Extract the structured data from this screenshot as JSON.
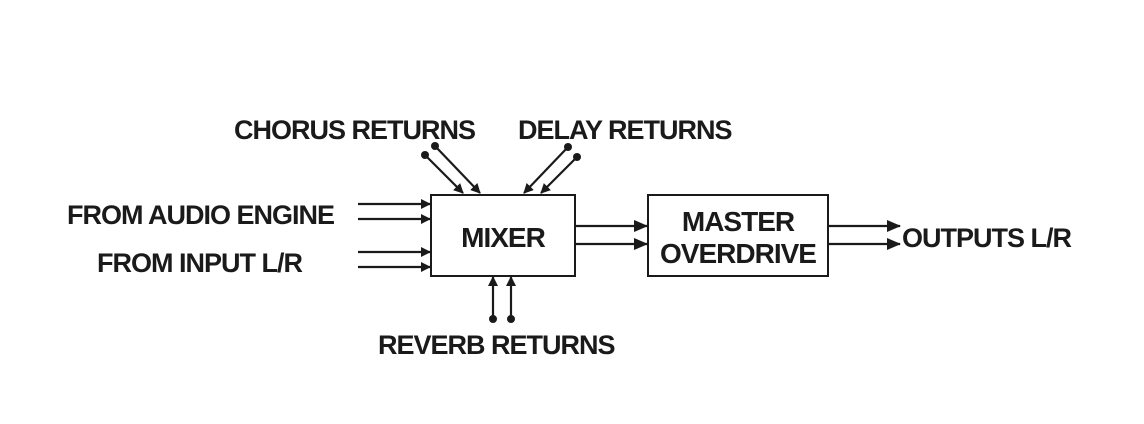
{
  "diagram": {
    "colors": {
      "ink": "#1a1a1a",
      "background": "#ffffff"
    },
    "blocks": {
      "mixer": {
        "label": "MIXER"
      },
      "master": {
        "label_line1": "MASTER",
        "label_line2": "OVERDRIVE"
      }
    },
    "labels": {
      "chorus_returns": "CHORUS RETURNS",
      "delay_returns": "DELAY RETURNS",
      "from_audio_engine": "FROM AUDIO ENGINE",
      "from_input": "FROM INPUT L/R",
      "reverb_returns": "REVERB RETURNS",
      "outputs": "OUTPUTS L/R"
    },
    "connections": [
      {
        "from": "FROM AUDIO ENGINE",
        "to": "MIXER",
        "count": 2
      },
      {
        "from": "FROM INPUT L/R",
        "to": "MIXER",
        "count": 2
      },
      {
        "from": "CHORUS RETURNS",
        "to": "MIXER",
        "count": 2
      },
      {
        "from": "DELAY RETURNS",
        "to": "MIXER",
        "count": 2
      },
      {
        "from": "REVERB RETURNS",
        "to": "MIXER",
        "count": 2
      },
      {
        "from": "MIXER",
        "to": "MASTER OVERDRIVE",
        "count": 2
      },
      {
        "from": "MASTER OVERDRIVE",
        "to": "OUTPUTS L/R",
        "count": 2
      }
    ]
  }
}
